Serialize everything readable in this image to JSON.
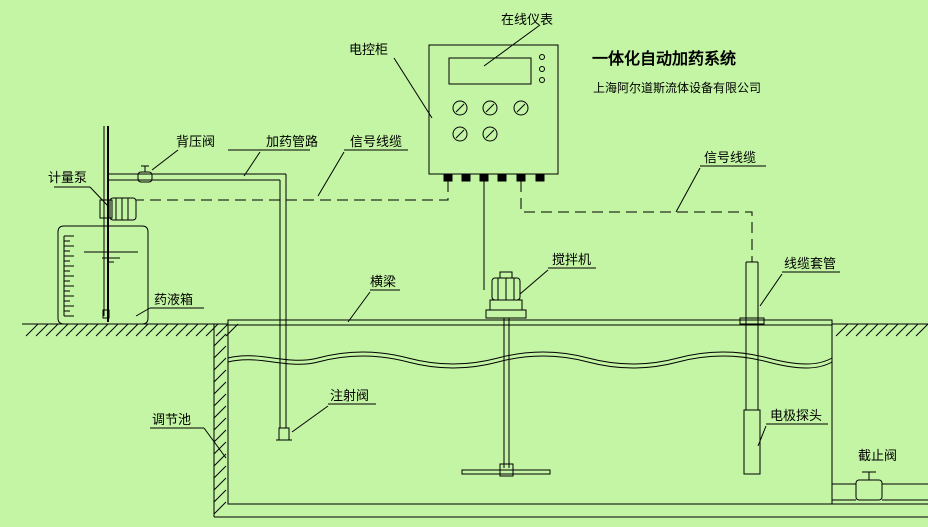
{
  "title": "一体化自动加药系统",
  "company": "上海阿尔道斯流体设备有限公司",
  "labels": {
    "meter": "在线仪表",
    "cabinet": "电控柜",
    "back_valve": "背压阀",
    "pipe": "加药管路",
    "signal_cable_1": "信号线缆",
    "signal_cable_2": "信号线缆",
    "pump": "计量泵",
    "mixer": "搅拌机",
    "conduit": "线缆套管",
    "beam": "横梁",
    "tank": "药液箱",
    "inject_valve": "注射阀",
    "pool": "调节池",
    "probe": "电极探头",
    "stop_valve": "截止阀"
  }
}
